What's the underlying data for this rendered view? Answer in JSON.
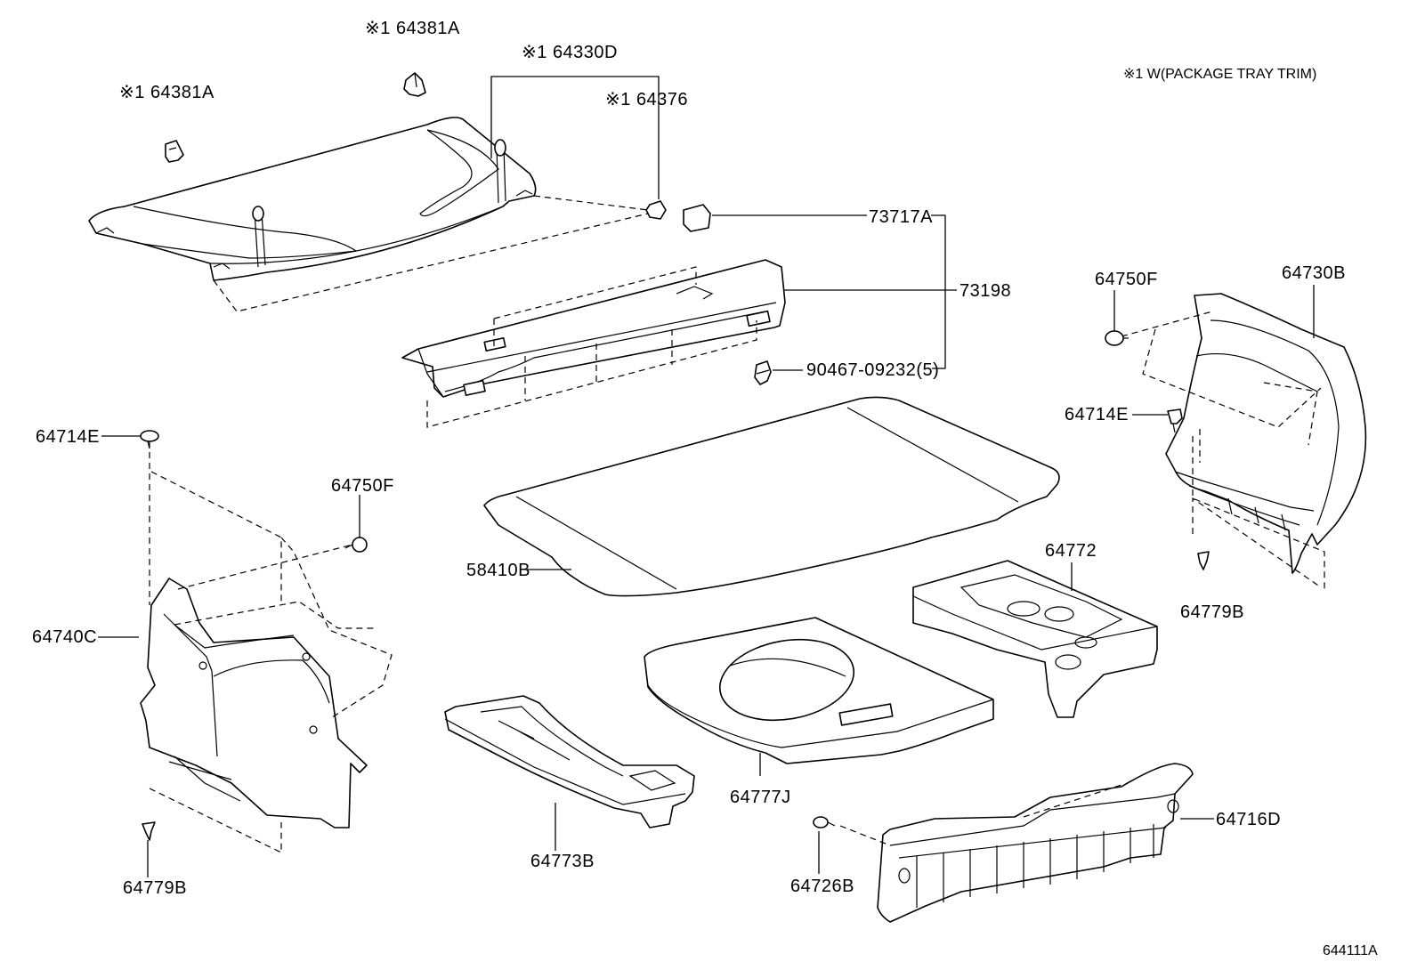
{
  "note": "※1 W(PACKAGE TRAY TRIM)",
  "figure_id": "644111A",
  "callouts": {
    "p64381A_left": "※1 64381A",
    "p64381A_top": "※1 64381A",
    "p64330D": "※1 64330D",
    "p64376": "※1 64376",
    "p73717A": "73717A",
    "p73198": "73198",
    "p90467": "90467-09232(5)",
    "p64750F_right": "64750F",
    "p64730B": "64730B",
    "p64714E_right": "64714E",
    "p64714E_left": "64714E",
    "p64750F_left": "64750F",
    "p58410B": "58410B",
    "p64772": "64772",
    "p64740C": "64740C",
    "p64779B_right": "64779B",
    "p64777J": "64777J",
    "p64716D": "64716D",
    "p64773B": "64773B",
    "p64726B": "64726B",
    "p64779B_left": "64779B"
  }
}
